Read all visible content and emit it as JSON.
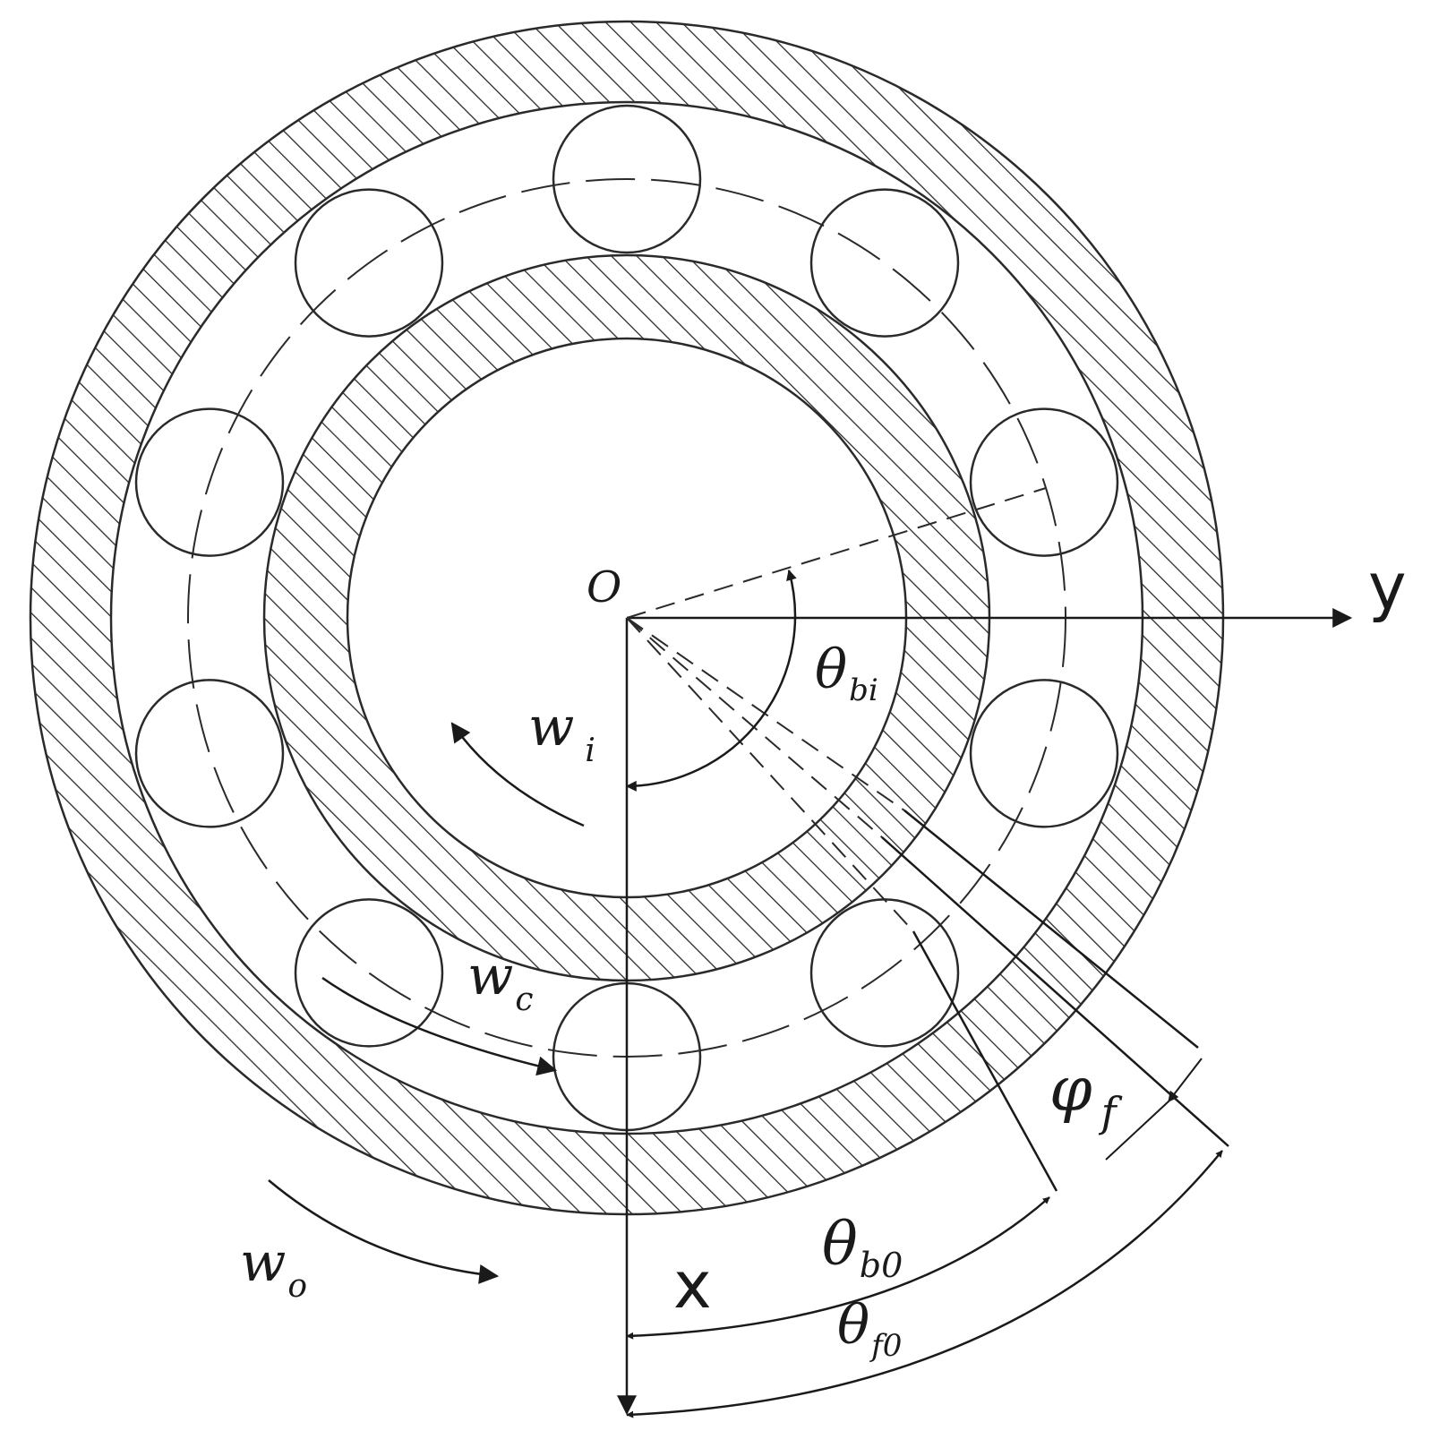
{
  "figure": {
    "origin_label": "O",
    "x_axis_label": "x",
    "y_axis_label": "y",
    "symbols": {
      "theta_bi": {
        "main": "θ",
        "sub": "bi"
      },
      "w_i": {
        "main": "w",
        "sub": "i"
      },
      "w_c": {
        "main": "w",
        "sub": "c"
      },
      "w_o": {
        "main": "w",
        "sub": "o"
      },
      "phi_f": {
        "main": "φ",
        "sub": "f"
      },
      "theta_b0": {
        "main": "θ",
        "sub": "b0"
      },
      "theta_f0": {
        "main": "θ",
        "sub": "f0"
      }
    },
    "ball_count": 10,
    "colors": {
      "stroke": "#2a2a2a",
      "background": "#ffffff"
    }
  }
}
